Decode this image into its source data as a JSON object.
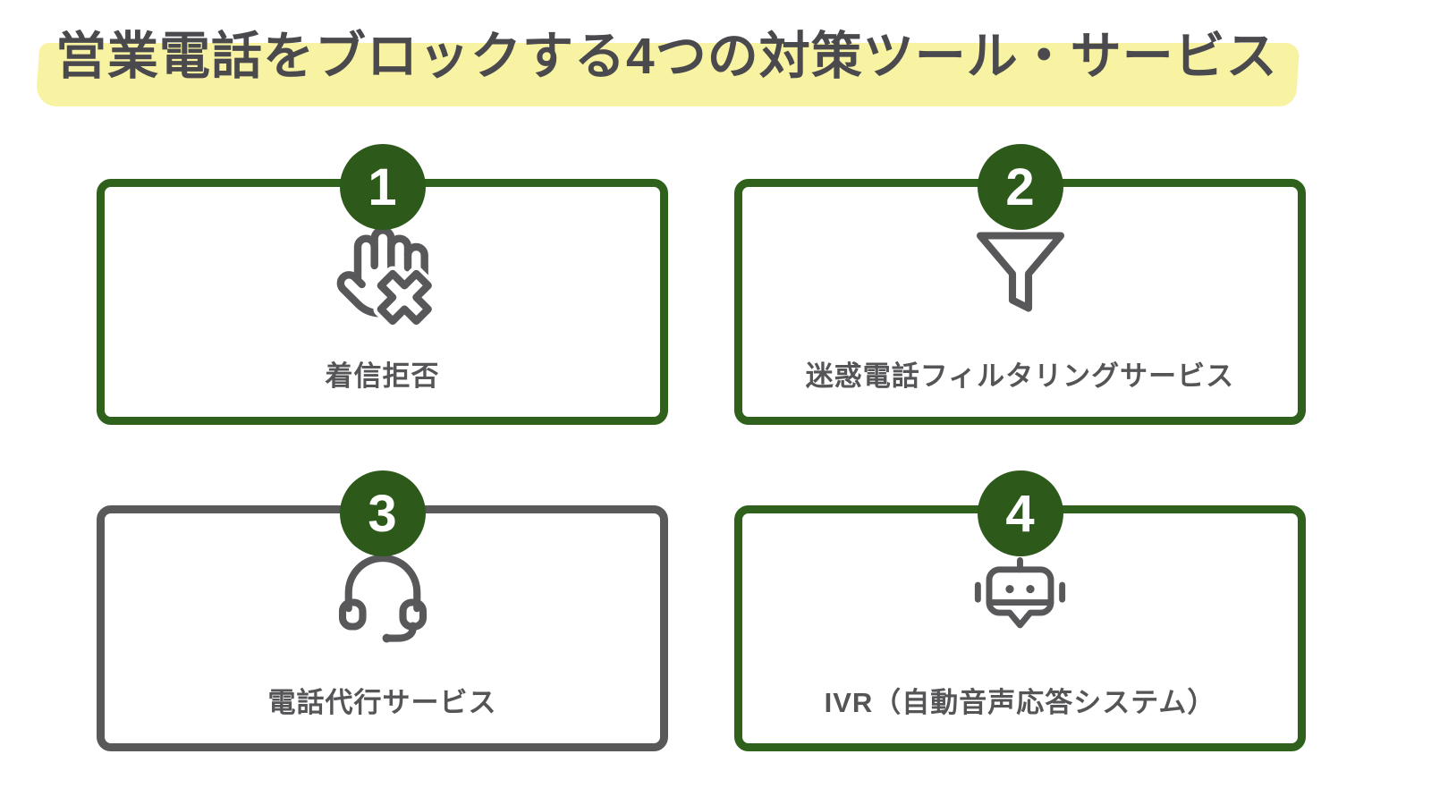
{
  "title": {
    "text": "営業電話をブロックする4つの対策ツール・サービス",
    "highlight_color": "#F8F3A3",
    "text_color": "#4A4A4E"
  },
  "colors": {
    "badge_green": "#2D5A1B",
    "card_green_border": "#2F611C",
    "card_gray_border": "#595959",
    "icon_gray": "#58585A",
    "label_gray": "#555558",
    "background": "#FFFFFF"
  },
  "cards": [
    {
      "number": "1",
      "label": "着信拒否",
      "icon": "hand-stop-x-icon",
      "border_color": "#2F611C"
    },
    {
      "number": "2",
      "label": "迷惑電話フィルタリングサービス",
      "icon": "funnel-icon",
      "border_color": "#2F611C"
    },
    {
      "number": "3",
      "label": "電話代行サービス",
      "icon": "headset-icon",
      "border_color": "#595959"
    },
    {
      "number": "4",
      "label": "IVR（自動音声応答システム）",
      "icon": "robot-icon",
      "border_color": "#2F611C"
    }
  ]
}
